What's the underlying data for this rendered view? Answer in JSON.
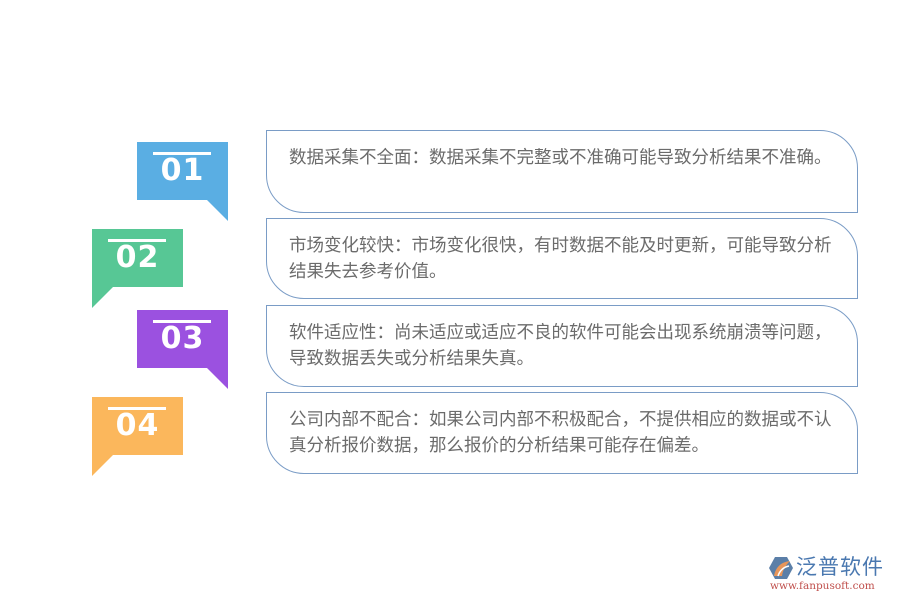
{
  "items": [
    {
      "number": "01",
      "color": "#5aaee3",
      "tail": "right",
      "text": "数据采集不全面：数据采集不完整或不准确可能导致分析结果不准确。"
    },
    {
      "number": "02",
      "color": "#57c795",
      "tail": "left",
      "text": "市场变化较快：市场变化很快，有时数据不能及时更新，可能导致分析结果失去参考价值。"
    },
    {
      "number": "03",
      "color": "#9b51e0",
      "tail": "right",
      "text": "软件适应性：尚未适应或适应不良的软件可能会出现系统崩溃等问题，导致数据丢失或分析结果失真。"
    },
    {
      "number": "04",
      "color": "#fbb75c",
      "tail": "left",
      "text": "公司内部不配合：如果公司内部不积极配合，不提供相应的数据或不认真分析报价数据，那么报价的分析结果可能存在偏差。"
    }
  ],
  "box_border_color": "#7a9cc6",
  "text_color": "#6b6b6b",
  "logo": {
    "name": "泛普软件",
    "url": "www.fanpusoft.com"
  }
}
